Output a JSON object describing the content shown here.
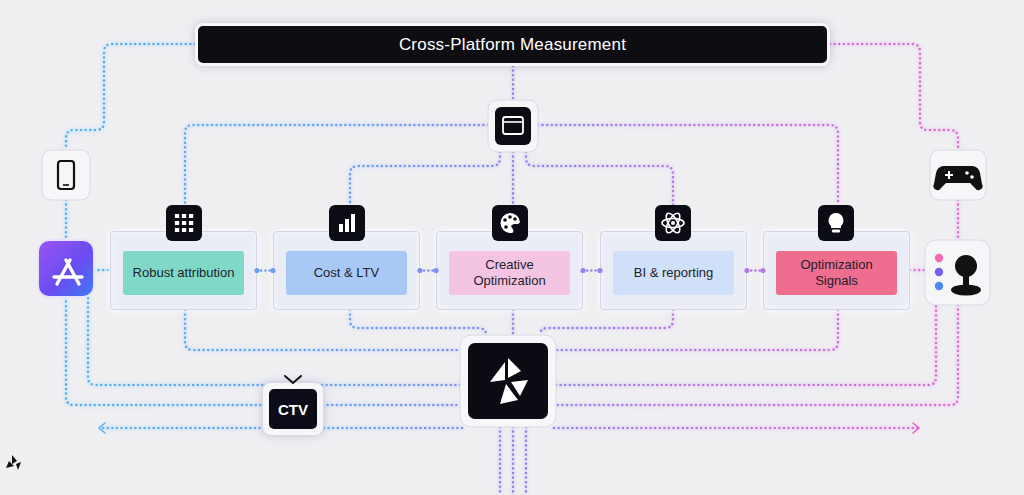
{
  "diagram": {
    "nodes": [
      {
        "text": [
          "Cross-Platform Measurement"
        ]
      },
      {
        "text": [
          "Robust attribution"
        ]
      },
      {
        "text": [
          "Cost & LTV"
        ]
      },
      {
        "text": [
          "Creative Optimization"
        ]
      },
      {
        "text": [
          "BI & reporting"
        ]
      },
      {
        "text": [
          "Optimization Signals"
        ]
      },
      {
        "text": [
          "CTV"
        ]
      }
    ],
    "edges": [
      {
        "from": 1,
        "to": 2,
        "arrow": "none"
      },
      {
        "from": 2,
        "to": 3,
        "arrow": "none"
      },
      {
        "from": 3,
        "to": 4,
        "arrow": "none"
      },
      {
        "from": 4,
        "to": 5,
        "arrow": "none"
      }
    ]
  }
}
